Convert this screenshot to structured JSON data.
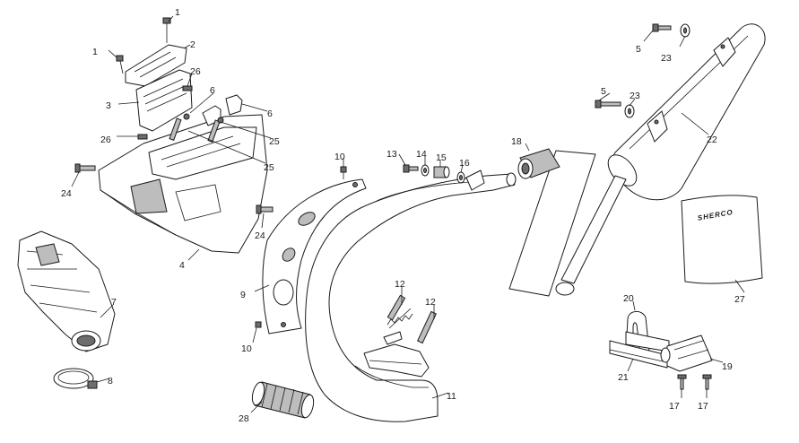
{
  "diagram": {
    "callouts": [
      "1",
      "1",
      "2",
      "3",
      "26",
      "6",
      "6",
      "26",
      "25",
      "25",
      "24",
      "24",
      "4",
      "7",
      "8",
      "9",
      "10",
      "10",
      "13",
      "14",
      "15",
      "16",
      "18",
      "11",
      "12",
      "12",
      "28",
      "5",
      "23",
      "5",
      "23",
      "22",
      "27",
      "20",
      "21",
      "19",
      "17",
      "17"
    ],
    "brand_logo": "SHERCO"
  }
}
